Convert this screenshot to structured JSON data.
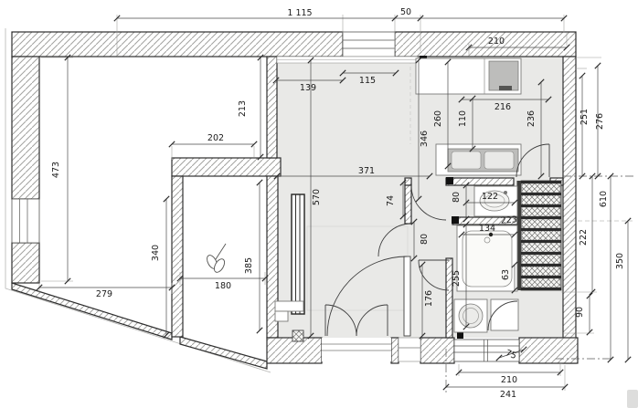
{
  "meta": {
    "drawing_type": "architectural-floor-plan",
    "content": "dimensioned apartment plan with staircase, kitchen, bathrooms"
  },
  "palette": {
    "floor": "#e9e9e7",
    "wall_line": "#2e2e2e",
    "hatch": "#a3a3a1",
    "dim_line": "#4a4a4a",
    "text": "#1a1a1a",
    "appliance": "#b7b7b5",
    "dark": "#2b2b2b"
  },
  "symbols": [
    "staircase",
    "ceiling-fan",
    "kitchen-stove",
    "kitchen-sink",
    "washbasin",
    "bathtub",
    "washing-machine",
    "shower",
    "door-swing",
    "window",
    "radiator",
    "column"
  ],
  "dims": {
    "total_width": "1 115",
    "top_50": "50",
    "kitchen_top_210": "210",
    "main_139": "139",
    "window_115": "115",
    "left_213": "213",
    "left_202": "202",
    "left_473": "473",
    "left_279": "279",
    "small_340": "340",
    "small_385": "385",
    "small_180": "180",
    "kitchen_216": "216",
    "kitchen_110": "110",
    "kitchen_236": "236",
    "kitchen_260": "260",
    "main_346": "346",
    "main_371": "371",
    "main_570": "570",
    "door_74": "74",
    "bath1_80": "80",
    "bath1_122": "122",
    "wall_223": "223",
    "bath2_134": "134",
    "bath2_63": "63",
    "bath2_255": "255",
    "hall_80": "80",
    "door_176": "176",
    "right_251": "251",
    "right_276": "276",
    "right_610": "610",
    "stairs_222": "222",
    "right_350": "350",
    "right_90": "90",
    "wall_75": "75",
    "bottom_210": "210",
    "bottom_241": "241"
  }
}
